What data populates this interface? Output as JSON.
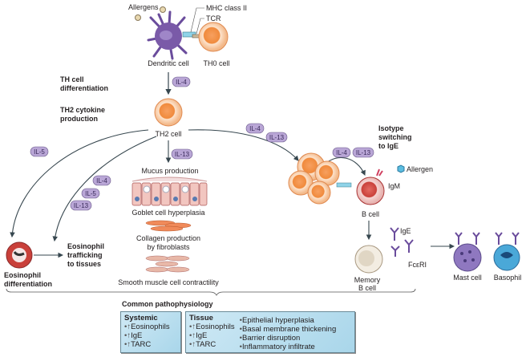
{
  "labels": {
    "allergens": "Allergens",
    "mhc": "MHC class II",
    "tcr": "TCR",
    "dendritic_cell": "Dendritic cell",
    "th0_cell": "TH0 cell",
    "th_diff_1": "TH cell",
    "th_diff_2": "differentiation",
    "th2_prod_1": "TH2 cytokine",
    "th2_prod_2": "production",
    "th2_cell": "TH2 cell",
    "isotype_1": "Isotype",
    "isotype_2": "switching",
    "isotype_3": "to IgE",
    "allergen": "Allergen",
    "igm": "IgM",
    "b_cell": "B cell",
    "ige": "IgE",
    "memory_1": "Memory",
    "memory_2": "B cell",
    "fceri": "FcεRI",
    "mast_cell": "Mast cell",
    "basophil": "Basophil",
    "mucus": "Mucus production",
    "goblet": "Goblet cell hyperplasia",
    "collagen_1": "Collagen production",
    "collagen_2": "by fibroblasts",
    "smooth": "Smooth muscle cell contractility",
    "eos_diff_1": "Eosinophil",
    "eos_diff_2": "differentiation",
    "eos_traf_1": "Eosinophil",
    "eos_traf_2": "trafficking",
    "eos_traf_3": "to tissues"
  },
  "cytokines": {
    "il4_a": "IL-4",
    "il5_a": "IL-5",
    "il4_b": "IL-4",
    "il5_b": "IL-5",
    "il13_b": "IL-13",
    "il13_c": "IL-13",
    "il4_d": "IL-4",
    "il13_d": "IL-13",
    "il4_e": "IL-4",
    "il13_e": "IL-13"
  },
  "pathophysiology": {
    "title": "Common pathophysiology",
    "systemic": {
      "title": "Systemic",
      "items": [
        "Eosinophils",
        "IgE",
        "TARC"
      ]
    },
    "tissue": {
      "title": "Tissue",
      "items": [
        "Eosinophils",
        "IgE",
        "TARC"
      ],
      "other": [
        "Epithelial hyperplasia",
        "Basal membrane thickening",
        "Barrier disruption",
        "Inflammatory infiltrate"
      ]
    }
  },
  "colors": {
    "t_cell": "#f08a3c",
    "dendritic": "#7a5aa8",
    "pill": "#b9a6d6",
    "box": "#b9dff0",
    "b_cell": "#d9534f",
    "arrow": "#37474f"
  }
}
